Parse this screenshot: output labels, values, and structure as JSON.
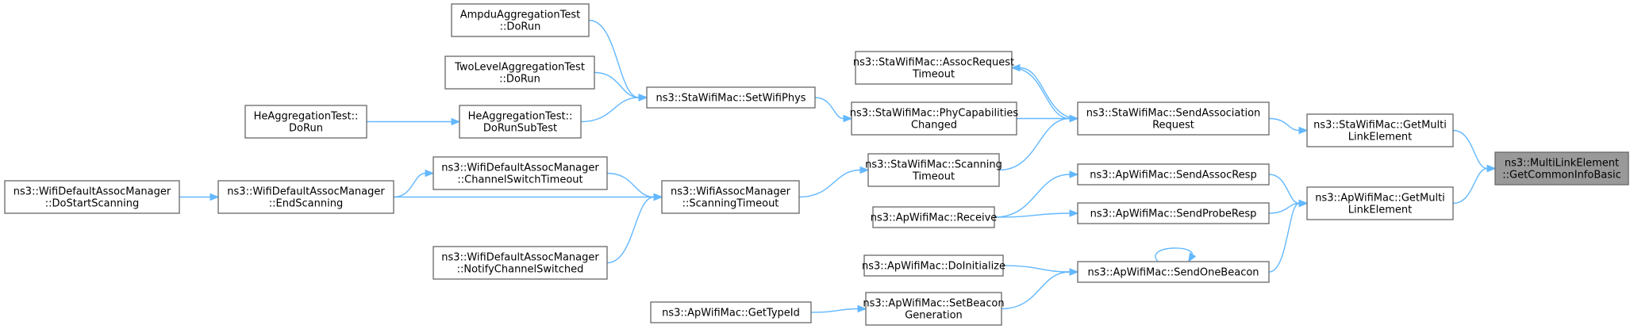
{
  "nodes": [
    {
      "id": "mle",
      "lines": [
        "ns3::MultiLinkElement",
        "::GetCommonInfoBasic"
      ],
      "focus": true
    },
    {
      "id": "sta_getml",
      "lines": [
        "ns3::StaWifiMac::GetMulti",
        "LinkElement"
      ]
    },
    {
      "id": "ap_getml",
      "lines": [
        "ns3::ApWifiMac::GetMulti",
        "LinkElement"
      ]
    },
    {
      "id": "sta_sendassoc",
      "lines": [
        "ns3::StaWifiMac::SendAssociation",
        "Request"
      ]
    },
    {
      "id": "ap_sendassocresp",
      "lines": [
        "ns3::ApWifiMac::SendAssocResp"
      ]
    },
    {
      "id": "ap_sendprobe",
      "lines": [
        "ns3::ApWifiMac::SendProbeResp"
      ]
    },
    {
      "id": "ap_sendbeacon",
      "lines": [
        "ns3::ApWifiMac::SendOneBeacon"
      ]
    },
    {
      "id": "sta_assocto",
      "lines": [
        "ns3::StaWifiMac::AssocRequest",
        "Timeout"
      ]
    },
    {
      "id": "sta_phycap",
      "lines": [
        "ns3::StaWifiMac::PhyCapabilities",
        "Changed"
      ]
    },
    {
      "id": "sta_scanto",
      "lines": [
        "ns3::StaWifiMac::Scanning",
        "Timeout"
      ]
    },
    {
      "id": "ap_receive",
      "lines": [
        "ns3::ApWifiMac::Receive"
      ]
    },
    {
      "id": "ap_doinit",
      "lines": [
        "ns3::ApWifiMac::DoInitialize"
      ]
    },
    {
      "id": "ap_setbeacon",
      "lines": [
        "ns3::ApWifiMac::SetBeacon",
        "Generation"
      ]
    },
    {
      "id": "sta_setphys",
      "lines": [
        "ns3::StaWifiMac::SetWifiPhys"
      ]
    },
    {
      "id": "wam_scanto",
      "lines": [
        "ns3::WifiAssocManager",
        "::ScanningTimeout"
      ]
    },
    {
      "id": "ap_gettypeid",
      "lines": [
        "ns3::ApWifiMac::GetTypeId"
      ]
    },
    {
      "id": "ampdu",
      "lines": [
        "AmpduAggregationTest",
        "::DoRun"
      ]
    },
    {
      "id": "twolevel",
      "lines": [
        "TwoLevelAggregationTest",
        "::DoRun"
      ]
    },
    {
      "id": "he_dorunsub",
      "lines": [
        "HeAggregationTest::",
        "DoRunSubTest"
      ]
    },
    {
      "id": "he_dorun",
      "lines": [
        "HeAggregationTest::",
        "DoRun"
      ]
    },
    {
      "id": "wdam_chsw",
      "lines": [
        "ns3::WifiDefaultAssocManager",
        "::ChannelSwitchTimeout"
      ]
    },
    {
      "id": "wdam_endscan",
      "lines": [
        "ns3::WifiDefaultAssocManager",
        "::EndScanning"
      ]
    },
    {
      "id": "wdam_notify",
      "lines": [
        "ns3::WifiDefaultAssocManager",
        "::NotifyChannelSwitched"
      ]
    },
    {
      "id": "wdam_dostart",
      "lines": [
        "ns3::WifiDefaultAssocManager",
        "::DoStartScanning"
      ]
    }
  ],
  "edges": [
    {
      "from": "sta_getml",
      "to": "mle"
    },
    {
      "from": "ap_getml",
      "to": "mle"
    },
    {
      "from": "sta_sendassoc",
      "to": "sta_getml"
    },
    {
      "from": "ap_sendassocresp",
      "to": "ap_getml"
    },
    {
      "from": "ap_sendprobe",
      "to": "ap_getml"
    },
    {
      "from": "ap_sendbeacon",
      "to": "ap_getml"
    },
    {
      "from": "sta_assocto",
      "to": "sta_sendassoc"
    },
    {
      "from": "sta_sendassoc",
      "to": "sta_assocto"
    },
    {
      "from": "sta_phycap",
      "to": "sta_sendassoc"
    },
    {
      "from": "sta_scanto",
      "to": "sta_sendassoc"
    },
    {
      "from": "ap_receive",
      "to": "ap_sendassocresp"
    },
    {
      "from": "ap_receive",
      "to": "ap_sendprobe"
    },
    {
      "from": "ap_sendbeacon",
      "to": "ap_sendbeacon"
    },
    {
      "from": "ap_doinit",
      "to": "ap_sendbeacon"
    },
    {
      "from": "ap_setbeacon",
      "to": "ap_sendbeacon"
    },
    {
      "from": "sta_setphys",
      "to": "sta_phycap"
    },
    {
      "from": "wam_scanto",
      "to": "sta_scanto"
    },
    {
      "from": "ap_gettypeid",
      "to": "ap_setbeacon"
    },
    {
      "from": "ampdu",
      "to": "sta_setphys"
    },
    {
      "from": "twolevel",
      "to": "sta_setphys"
    },
    {
      "from": "he_dorunsub",
      "to": "sta_setphys"
    },
    {
      "from": "he_dorun",
      "to": "he_dorunsub"
    },
    {
      "from": "wdam_chsw",
      "to": "wam_scanto"
    },
    {
      "from": "wdam_endscan",
      "to": "wdam_chsw"
    },
    {
      "from": "wdam_endscan",
      "to": "wam_scanto"
    },
    {
      "from": "wdam_notify",
      "to": "wam_scanto"
    },
    {
      "from": "wdam_dostart",
      "to": "wdam_endscan"
    }
  ],
  "colors": {
    "edge": "#63b8ff",
    "node_border": "#666666",
    "focus_fill": "#999999"
  }
}
